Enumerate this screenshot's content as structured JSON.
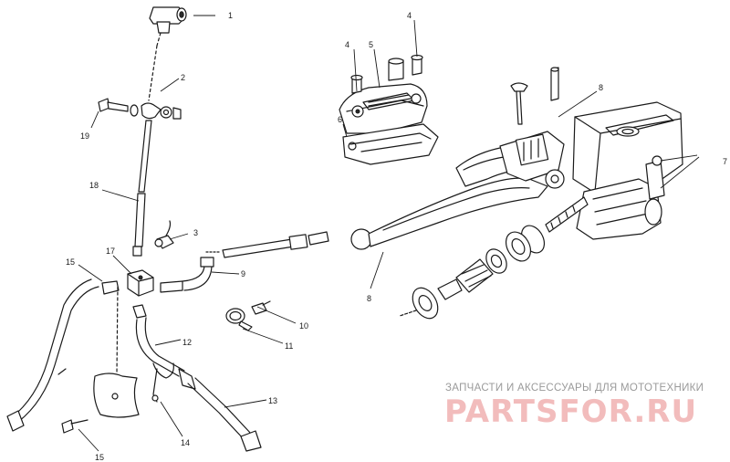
{
  "callouts": {
    "c1": "1",
    "c2": "2",
    "c3": "3",
    "c4a": "4",
    "c4b": "4",
    "c5": "5",
    "c6": "6",
    "c7": "7",
    "c8a": "8",
    "c8b": "8",
    "c9": "9",
    "c10": "10",
    "c11": "11",
    "c12": "12",
    "c13": "13",
    "c14": "14",
    "c15a": "15",
    "c15b": "15",
    "c17": "17",
    "c18": "18",
    "c19": "19"
  },
  "watermark": {
    "subtitle": "ЗАПЧАСТИ И АКСЕССУАРЫ ДЛЯ МОТОТЕХНИКИ",
    "brand": "PARTSFOR.RU"
  },
  "colors": {
    "line": "#1a1a1a",
    "watermark_brand": "#f2bcbc",
    "watermark_text": "#9a9a9a"
  }
}
